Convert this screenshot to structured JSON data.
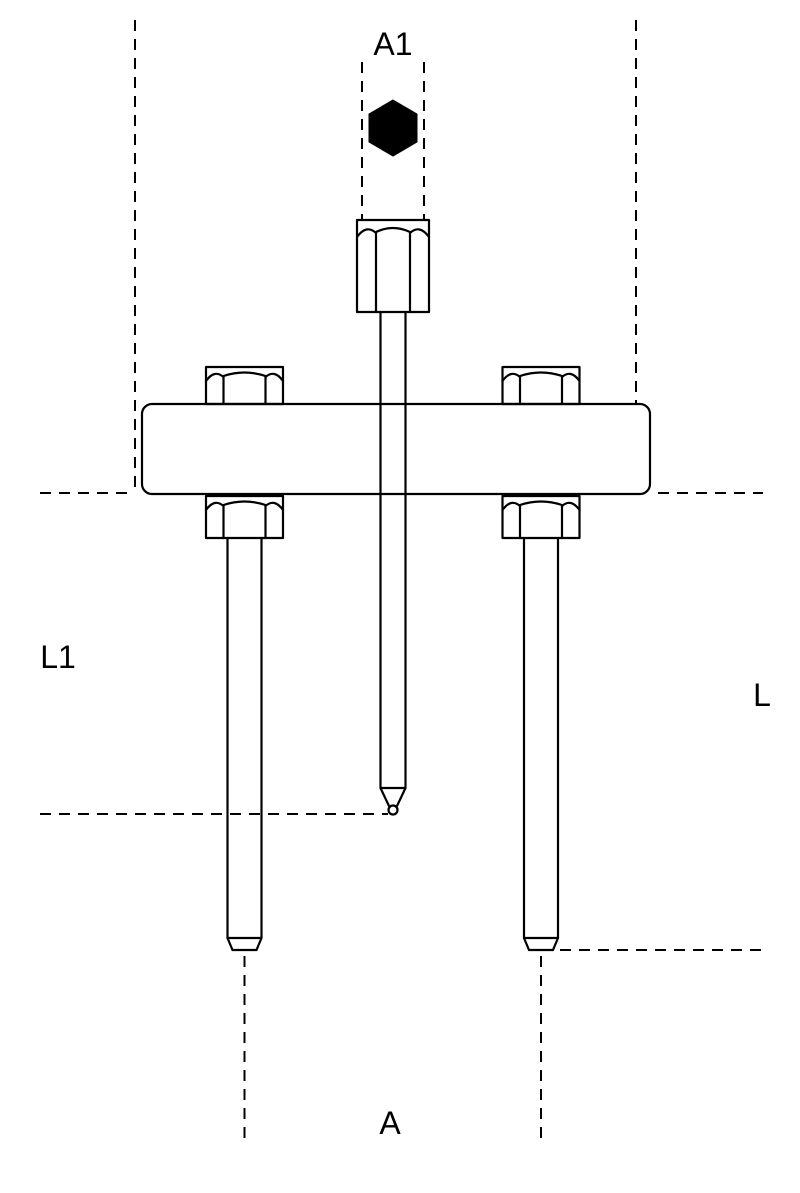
{
  "diagram": {
    "type": "technical-drawing",
    "subject": "two-leg puller with central spindle, dimension reference lines",
    "labels": {
      "top": "A1",
      "left": "L1",
      "right": "L",
      "bottom": "A"
    },
    "colors": {
      "line": "#000000",
      "background": "#ffffff",
      "drive_hex_fill": "#000000"
    }
  }
}
